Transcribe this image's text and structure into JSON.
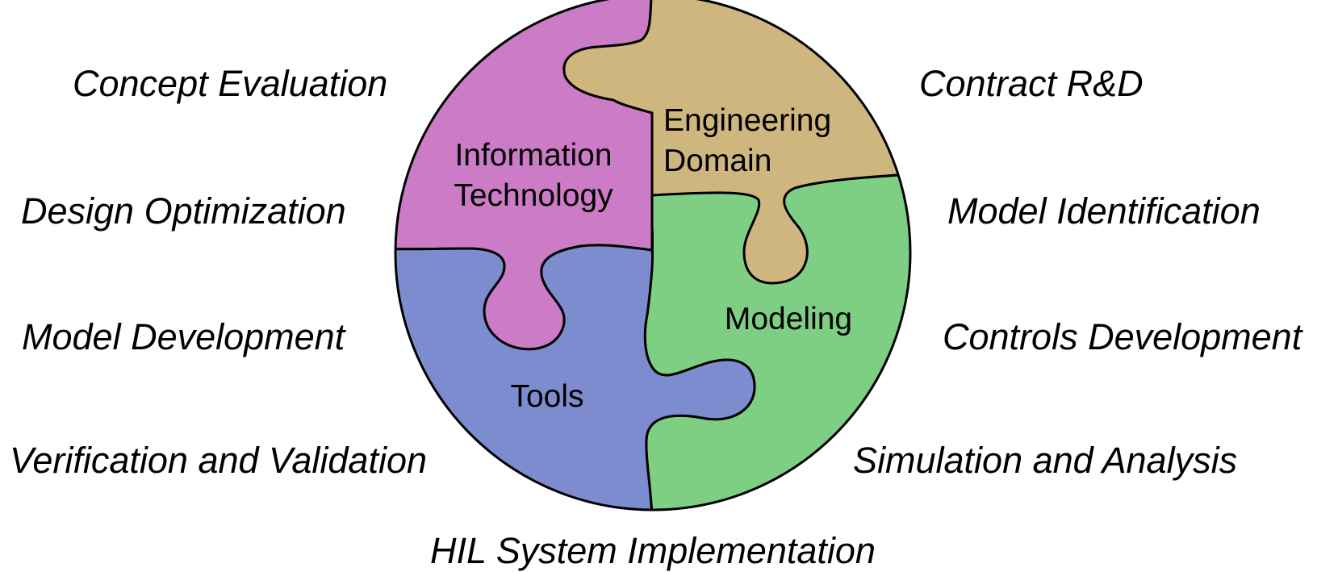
{
  "puzzle": {
    "pieces": [
      {
        "id": "information-technology",
        "lines": [
          "Information",
          "Technology"
        ],
        "color": "#cc7cc6"
      },
      {
        "id": "engineering-domain",
        "lines": [
          "Engineering",
          "Domain"
        ],
        "color": "#cfb67e"
      },
      {
        "id": "modeling",
        "lines": [
          "Modeling"
        ],
        "color": "#7ecf84"
      },
      {
        "id": "tools",
        "lines": [
          "Tools"
        ],
        "color": "#7c8ccf"
      }
    ],
    "outline_color": "#000000"
  },
  "applications": {
    "left": [
      "Concept Evaluation",
      "Design Optimization",
      "Model Development",
      "Verification and Validation"
    ],
    "right": [
      "Contract R&D",
      "Model Identification",
      "Controls Development",
      "Simulation and Analysis"
    ],
    "bottom": "HIL System Implementation"
  }
}
